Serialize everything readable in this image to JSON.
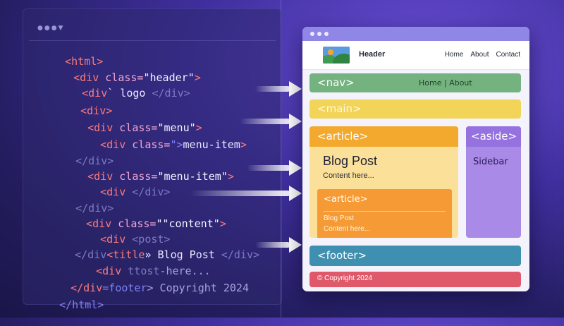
{
  "editor": {
    "dots": "●●●▼",
    "lines": {
      "l1": "<html>",
      "l2a": "<div ",
      "l2b": "class=",
      "l2c": "\"header\"",
      "l2d": ">",
      "l3a": "<div",
      "l3b": "` logo ",
      "l3c": "</div>",
      "l4": "<div>",
      "l5a": "<div ",
      "l5b": "class=",
      "l5c": "\"menu\"",
      "l5d": ">",
      "l6a": "<div ",
      "l6b": "class=",
      "l6c": "\">",
      "l6d": "menu-item",
      "l6e": ">",
      "l7": "</div>",
      "l8a": "<div ",
      "l8b": "class=",
      "l8c": "\"menu-item\"",
      "l8d": ">",
      "l9a": "<div ",
      "l9b": "</div>",
      "l10": "</div>",
      "l11a": "<div ",
      "l11b": "class=",
      "l11c": "\"\"content\"",
      "l11d": ">",
      "l12a": "<div ",
      "l12b": "<post>",
      "l13a": "</div",
      "l13b": "<title",
      "l13c": "» Blog Post ",
      "l13d": "</div>",
      "l14a": "<div ",
      "l14b": "ttost",
      "l14c": "-here...",
      "l15a": "</div",
      "l15b": "=footer",
      "l15c": "> Copyright 2024",
      "l16": "</html>"
    }
  },
  "browser": {
    "header_title": "Header",
    "header_nav": [
      "Home",
      "About",
      "Contact"
    ],
    "nav": {
      "label": "<nav>",
      "links": "Home  |  About"
    },
    "main": {
      "label": "<main>"
    },
    "article": {
      "label": "<article>",
      "title": "Blog Post",
      "content": "Content here...",
      "inner": {
        "label": "<article>",
        "line1": "Blog Post",
        "line2": "Content here..."
      }
    },
    "aside": {
      "label": "<aside>",
      "text": "Sidebar"
    },
    "footer": {
      "label": "<footer>"
    },
    "copyright": "© Copyright 2024"
  },
  "colors": {
    "nav": "#74b37f",
    "main": "#f2d458",
    "article": "#f3a92e",
    "aside": "#9572e0",
    "footer": "#3f8fb0",
    "copyright": "#e0596b",
    "tag": "#ff7a7a"
  },
  "icons": [
    "arrow-right-icon",
    "image-logo-icon",
    "window-dots-icon"
  ]
}
